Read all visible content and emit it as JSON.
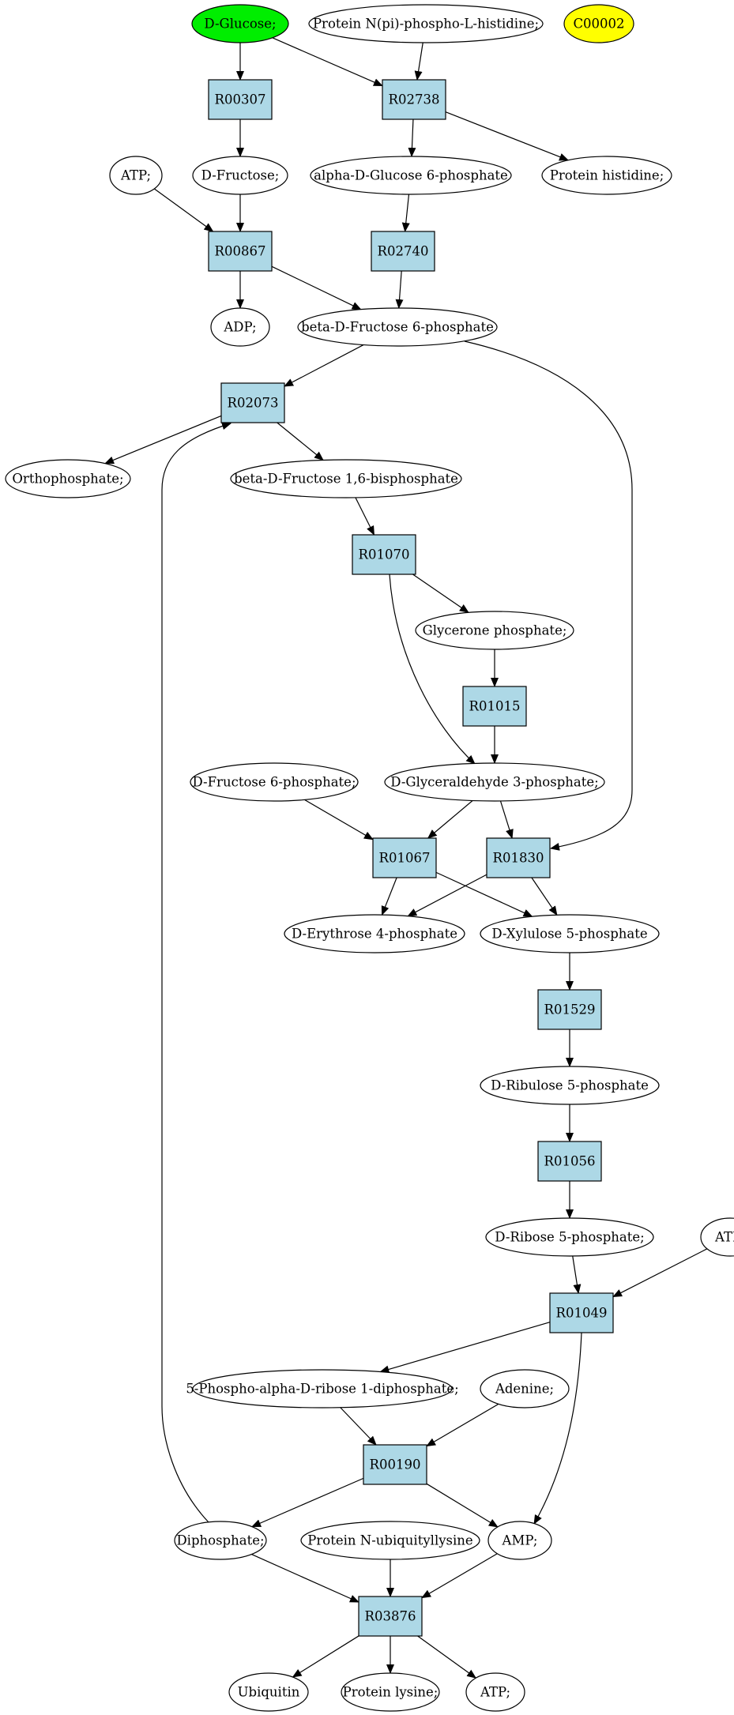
{
  "colors": {
    "compound": "#ffffff",
    "reaction": "#add8e6",
    "query_compound": "#00ee00",
    "highlight_compound": "#ffff00",
    "stroke": "#000000"
  },
  "compounds": [
    {
      "id": "glucose",
      "label": "D-Glucose;",
      "style": "query"
    },
    {
      "id": "prot_nphos_his",
      "label": "Protein N(pi)-phospho-L-histidine;"
    },
    {
      "id": "c00002",
      "label": "C00002",
      "style": "highlight"
    },
    {
      "id": "atp1",
      "label": "ATP;"
    },
    {
      "id": "fructose",
      "label": "D-Fructose;"
    },
    {
      "id": "adg6p",
      "label": "alpha-D-Glucose 6-phosphate"
    },
    {
      "id": "prot_his",
      "label": "Protein histidine;"
    },
    {
      "id": "adp",
      "label": "ADP;"
    },
    {
      "id": "bdf6p",
      "label": "beta-D-Fructose 6-phosphate"
    },
    {
      "id": "orthophos",
      "label": "Orthophosphate;"
    },
    {
      "id": "bdf16bp",
      "label": "beta-D-Fructose 1,6-bisphosphate"
    },
    {
      "id": "glycerone_p",
      "label": "Glycerone phosphate;"
    },
    {
      "id": "df6p",
      "label": "D-Fructose 6-phosphate;"
    },
    {
      "id": "dga3p",
      "label": "D-Glyceraldehyde 3-phosphate;"
    },
    {
      "id": "de4p",
      "label": "D-Erythrose 4-phosphate"
    },
    {
      "id": "dx5p",
      "label": "D-Xylulose 5-phosphate"
    },
    {
      "id": "dru5p",
      "label": "D-Ribulose 5-phosphate"
    },
    {
      "id": "dr5p",
      "label": "D-Ribose 5-phosphate;"
    },
    {
      "id": "atp2",
      "label": "ATP;"
    },
    {
      "id": "prpp",
      "label": "5-Phospho-alpha-D-ribose 1-diphosphate;"
    },
    {
      "id": "adenine",
      "label": "Adenine;"
    },
    {
      "id": "diphos",
      "label": "Diphosphate;"
    },
    {
      "id": "prot_ubq",
      "label": "Protein N-ubiquityllysine"
    },
    {
      "id": "amp",
      "label": "AMP;"
    },
    {
      "id": "ubiquitin",
      "label": "Ubiquitin"
    },
    {
      "id": "prot_lys",
      "label": "Protein lysine;"
    },
    {
      "id": "atp3",
      "label": "ATP;"
    }
  ],
  "reactions": [
    {
      "id": "r00307",
      "label": "R00307"
    },
    {
      "id": "r02738",
      "label": "R02738"
    },
    {
      "id": "r00867",
      "label": "R00867"
    },
    {
      "id": "r02740",
      "label": "R02740"
    },
    {
      "id": "r02073",
      "label": "R02073"
    },
    {
      "id": "r01070",
      "label": "R01070"
    },
    {
      "id": "r01015",
      "label": "R01015"
    },
    {
      "id": "r01067",
      "label": "R01067"
    },
    {
      "id": "r01830",
      "label": "R01830"
    },
    {
      "id": "r01529",
      "label": "R01529"
    },
    {
      "id": "r01056",
      "label": "R01056"
    },
    {
      "id": "r01049",
      "label": "R01049"
    },
    {
      "id": "r00190",
      "label": "R00190"
    },
    {
      "id": "r03876",
      "label": "R03876"
    }
  ],
  "edges": [
    {
      "from": "glucose",
      "to": "r00307"
    },
    {
      "from": "glucose",
      "to": "r02738"
    },
    {
      "from": "prot_nphos_his",
      "to": "r02738"
    },
    {
      "from": "r00307",
      "to": "fructose"
    },
    {
      "from": "r02738",
      "to": "adg6p"
    },
    {
      "from": "r02738",
      "to": "prot_his"
    },
    {
      "from": "atp1",
      "to": "r00867"
    },
    {
      "from": "fructose",
      "to": "r00867"
    },
    {
      "from": "adg6p",
      "to": "r02740"
    },
    {
      "from": "r00867",
      "to": "adp"
    },
    {
      "from": "r00867",
      "to": "bdf6p"
    },
    {
      "from": "r02740",
      "to": "bdf6p"
    },
    {
      "from": "bdf6p",
      "to": "r02073"
    },
    {
      "from": "bdf6p",
      "to": "r01830"
    },
    {
      "from": "r02073",
      "to": "orthophos"
    },
    {
      "from": "r02073",
      "to": "bdf16bp"
    },
    {
      "from": "bdf16bp",
      "to": "r01070"
    },
    {
      "from": "r01070",
      "to": "glycerone_p"
    },
    {
      "from": "r01070",
      "to": "dga3p"
    },
    {
      "from": "glycerone_p",
      "to": "r01015"
    },
    {
      "from": "r01015",
      "to": "dga3p"
    },
    {
      "from": "df6p",
      "to": "r01067"
    },
    {
      "from": "dga3p",
      "to": "r01067"
    },
    {
      "from": "dga3p",
      "to": "r01830"
    },
    {
      "from": "r01067",
      "to": "de4p"
    },
    {
      "from": "r01067",
      "to": "dx5p"
    },
    {
      "from": "r01830",
      "to": "de4p"
    },
    {
      "from": "r01830",
      "to": "dx5p"
    },
    {
      "from": "dx5p",
      "to": "r01529"
    },
    {
      "from": "r01529",
      "to": "dru5p"
    },
    {
      "from": "dru5p",
      "to": "r01056"
    },
    {
      "from": "r01056",
      "to": "dr5p"
    },
    {
      "from": "dr5p",
      "to": "r01049"
    },
    {
      "from": "atp2",
      "to": "r01049"
    },
    {
      "from": "r01049",
      "to": "prpp"
    },
    {
      "from": "r01049",
      "to": "amp"
    },
    {
      "from": "prpp",
      "to": "r00190"
    },
    {
      "from": "adenine",
      "to": "r00190"
    },
    {
      "from": "r00190",
      "to": "diphos"
    },
    {
      "from": "r00190",
      "to": "amp"
    },
    {
      "from": "diphos",
      "to": "r02073"
    },
    {
      "from": "diphos",
      "to": "r03876"
    },
    {
      "from": "prot_ubq",
      "to": "r03876"
    },
    {
      "from": "amp",
      "to": "r03876"
    },
    {
      "from": "r03876",
      "to": "ubiquitin"
    },
    {
      "from": "r03876",
      "to": "prot_lys"
    },
    {
      "from": "r03876",
      "to": "atp3"
    }
  ]
}
